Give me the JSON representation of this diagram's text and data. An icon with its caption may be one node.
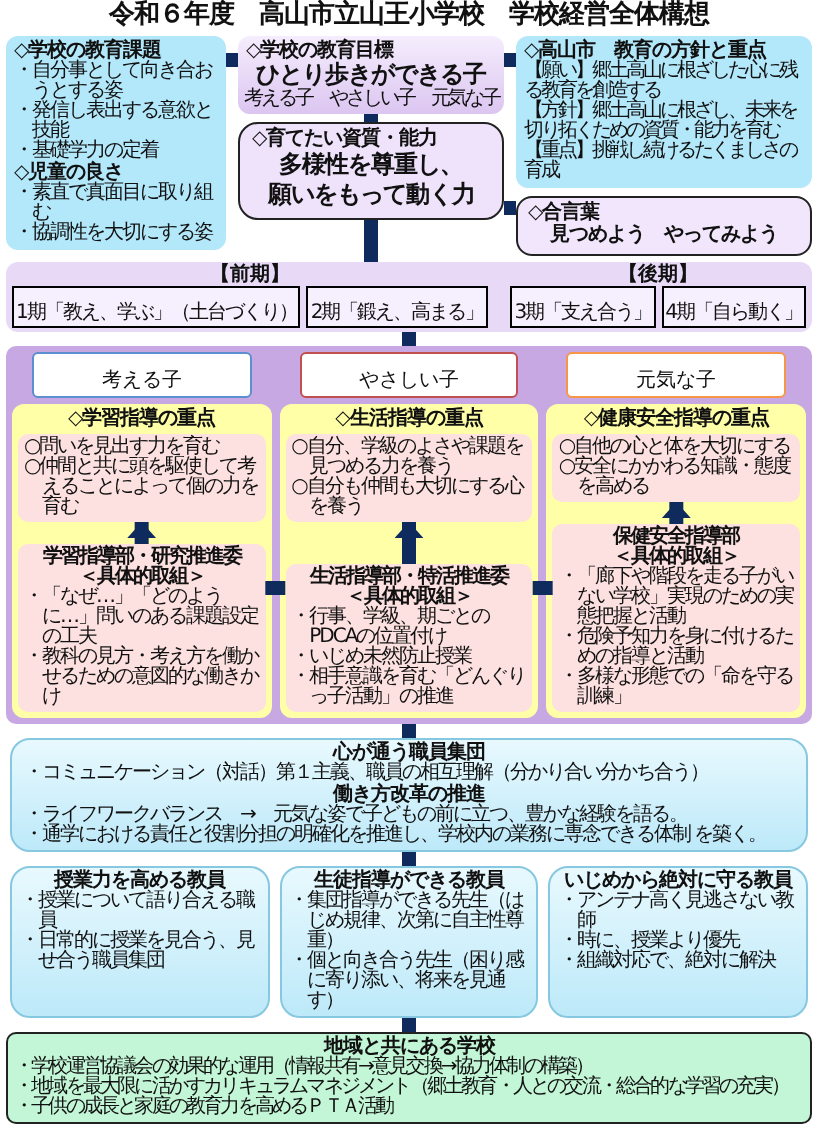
{
  "diagram": {
    "title": "令和６年度　高山市立山王小学校　学校経営全体構想",
    "nodes": [
      {
        "text": [
          "◇学校の教育課題",
          "・自分事として向き合おうとする姿",
          "・発信し表出する意欲と技能",
          "・基礎学力の定着",
          "◇児童の良さ",
          "・素直で真面目に取り組む",
          "・協調性を大切にする姿"
        ]
      },
      {
        "text": [
          "◇学校の教育目標",
          "ひとり歩きができる子",
          "考える子　やさしい子　元気な子"
        ]
      },
      {
        "text": [
          "◇高山市　教育の方針と重点",
          "【願い】郷土高山に根ざした心に残る教育を創造する",
          "【方針】郷土高山に根ざし、未来を切り拓くための資質・能力を育む",
          "【重点】挑戦し続けるたくましさの育成"
        ]
      },
      {
        "text": [
          "◇育てたい資質・能力",
          "多様性を尊重し、願いをもって動く力"
        ]
      },
      {
        "text": [
          "◇合言葉",
          "見つめよう　やってみよう"
        ]
      },
      {
        "text": [
          "【前期】",
          "【後期】"
        ]
      },
      {
        "text": [
          "1期「教え、学ぶ」（土台づくり）"
        ],
        "in": 5
      },
      {
        "text": [
          "2期「鍛え、高まる」"
        ],
        "in": 5
      },
      {
        "text": [
          "3期「支え合う」"
        ],
        "in": 5
      },
      {
        "text": [
          "4期「自ら動く」"
        ],
        "in": 5
      },
      {
        "text": [],
        "shape": "box"
      },
      {
        "text": [
          "考える子"
        ],
        "in": 10
      },
      {
        "text": [
          "やさしい子"
        ],
        "in": 10
      },
      {
        "text": [
          "元気な子"
        ],
        "in": 10
      },
      {
        "text": [
          "◇学習指導の重点"
        ],
        "in": 10
      },
      {
        "text": [
          "○問いを見出す力を育む",
          "○仲間と共に頭を駆使して考えることによって個の力を育む"
        ],
        "in": 14
      },
      {
        "text": [
          "学習指導部・研究推進委",
          "＜具体的取組＞",
          "・「なぜ…」「どのように…」問いのある課題設定の工夫",
          "・教科の見方・考え方を働かせるための意図的な働きかけ"
        ],
        "in": 14
      },
      {
        "text": [
          "◇生活指導の重点"
        ],
        "in": 10
      },
      {
        "text": [
          "○自分、学級のよさや課題を見つめる力を養う",
          "○自分も仲間も大切にする心を養う"
        ],
        "in": 17
      },
      {
        "text": [
          "生活指導部・特活推進委",
          "＜具体的取組＞",
          "・行事、学級、期ごとのPDCAの位置付け",
          "・いじめ未然防止授業",
          "・相手意識を育む「どんぐりっ子活動」の推進"
        ],
        "in": 17
      },
      {
        "text": [
          "◇健康安全指導の重点"
        ],
        "in": 10
      },
      {
        "text": [
          "○自他の心と体を大切にする",
          "○安全にかかわる知識・態度を高める"
        ],
        "in": 20
      },
      {
        "text": [
          "保健安全指導部",
          "＜具体的取組＞",
          "・「廊下や階段を走る子がいない学校」実現のための実態把握と活動",
          "・危険予知力を身に付けるための指導と活動",
          "・多様な形態での「命を守る訓練」"
        ],
        "in": 20
      },
      {
        "text": [
          "心が通う職員集団",
          "・コミュニケーション（対話）第１主義、職員の相互理解（分かり合い分かち合う）",
          "働き方改革の推進",
          "・ライフワークバランス　→　元気な姿で子どもの前に立つ、豊かな経験を語る。",
          "・通学における責任と役割分担の明確化を推進し、学校内の業務に専念できる体制 を築く。"
        ]
      },
      {
        "text": [
          "授業力を高める教員",
          "・授業について語り合える職員",
          "・日常的に授業を見合う、見せ合う職員集団"
        ]
      },
      {
        "text": [
          "生徒指導ができる教員",
          "・集団指導ができる先生（はじめ規律、次第に自主性尊重）",
          "・個と向き合う先生（困り感に寄り添い、将来を見通す）"
        ]
      },
      {
        "text": [
          "いじめから絶対に守る教員",
          "・アンテナ高く見逃さない教師",
          "・時に、授業より優先",
          "・組織対応で、絶対に解決"
        ]
      },
      {
        "text": [
          "地域と共にある学校",
          "・学校運営協議会の効果的な運用（情報共有→意見交換→協力体制の構築）",
          "・地域を最大限に活かすカリキュラムマネジメント（郷土教育・人との交流・総合的な学習の充実）",
          "・子供の成長と家庭の教育力を高めるＰＴＡ活動"
        ]
      }
    ],
    "edges": [
      {
        "from": 0,
        "to": 1,
        "arrow": "none"
      },
      {
        "from": 1,
        "to": 2,
        "arrow": "none"
      },
      {
        "from": 1,
        "to": 3,
        "arrow": "none"
      },
      {
        "from": 3,
        "to": 4,
        "arrow": "none"
      },
      {
        "from": 3,
        "to": 5,
        "arrow": "none"
      },
      {
        "from": 5,
        "to": 10,
        "arrow": "none"
      },
      {
        "from": 16,
        "to": 15,
        "arrow": "to"
      },
      {
        "from": 19,
        "to": 18,
        "arrow": "to"
      },
      {
        "from": 22,
        "to": 21,
        "arrow": "to"
      },
      {
        "from": 16,
        "to": 19,
        "arrow": "none"
      },
      {
        "from": 19,
        "to": 22,
        "arrow": "none"
      },
      {
        "from": 10,
        "to": 23,
        "arrow": "none"
      },
      {
        "from": 23,
        "to": 25,
        "arrow": "none"
      },
      {
        "from": 25,
        "to": 27,
        "arrow": "none"
      }
    ]
  }
}
